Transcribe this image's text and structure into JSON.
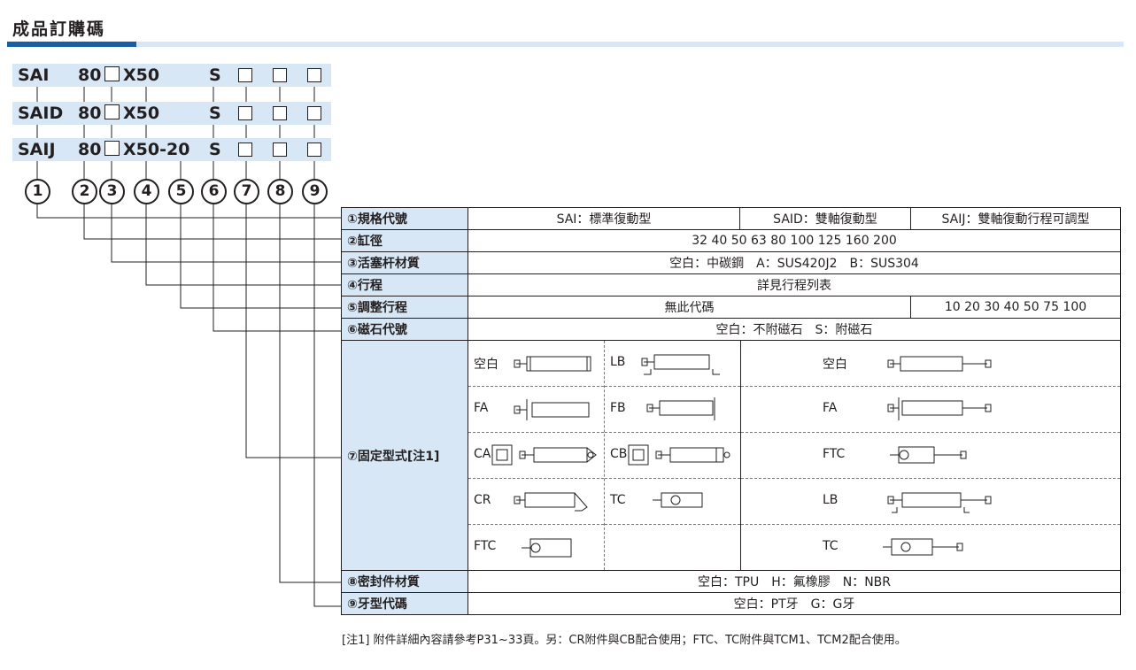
{
  "title": "成品訂購碼",
  "code_rows": [
    {
      "model": "SAI",
      "bore": "80",
      "stroke": "X50",
      "magnet": "S"
    },
    {
      "model": "SAID",
      "bore": "80",
      "stroke": "X50",
      "magnet": "S"
    },
    {
      "model": "SAIJ",
      "bore": "80",
      "stroke": "X50-20",
      "magnet": "S"
    }
  ],
  "circles": [
    "1",
    "2",
    "3",
    "4",
    "5",
    "6",
    "7",
    "8",
    "9"
  ],
  "spec": {
    "r1": {
      "label": "①規格代號",
      "a": "SAI：標準復動型",
      "b": "SAID：雙軸復動型",
      "c": "SAIJ：雙軸復動行程可調型"
    },
    "r2": {
      "label": "②缸徑",
      "value": "32   40   50   63   80   100   125   160   200"
    },
    "r3": {
      "label": "③活塞杆材質",
      "value": "空白：中碳鋼　A：SUS420J2　B：SUS304"
    },
    "r4": {
      "label": "④行程",
      "value": "詳見行程列表"
    },
    "r5": {
      "label": "⑤調整行程",
      "a": "無此代碼",
      "b": "10  20  30  40  50  75  100"
    },
    "r6": {
      "label": "⑥磁石代號",
      "value": "空白：不附磁石　S：附磁石"
    },
    "r7": {
      "label": "⑦固定型式[注1]",
      "col1": [
        "空白",
        "FA",
        "CA",
        "CR",
        "FTC"
      ],
      "col2": [
        "LB",
        "FB",
        "CB",
        "TC",
        ""
      ],
      "col3": [
        "空白",
        "FA",
        "FTC",
        "LB",
        "TC"
      ]
    },
    "r8": {
      "label": "⑧密封件材質",
      "value": "空白：TPU　H：氟橡膠　N：NBR"
    },
    "r9": {
      "label": "⑨牙型代碼",
      "value": "空白：PT牙　G：G牙"
    }
  },
  "note": "[注1] 附件詳細內容請參考P31~33頁。另：CR附件與CB配合使用；FTC、TC附件與TCM1、TCM2配合使用。",
  "colors": {
    "accent": "#1a5ea8",
    "light": "#d8e7f5"
  }
}
